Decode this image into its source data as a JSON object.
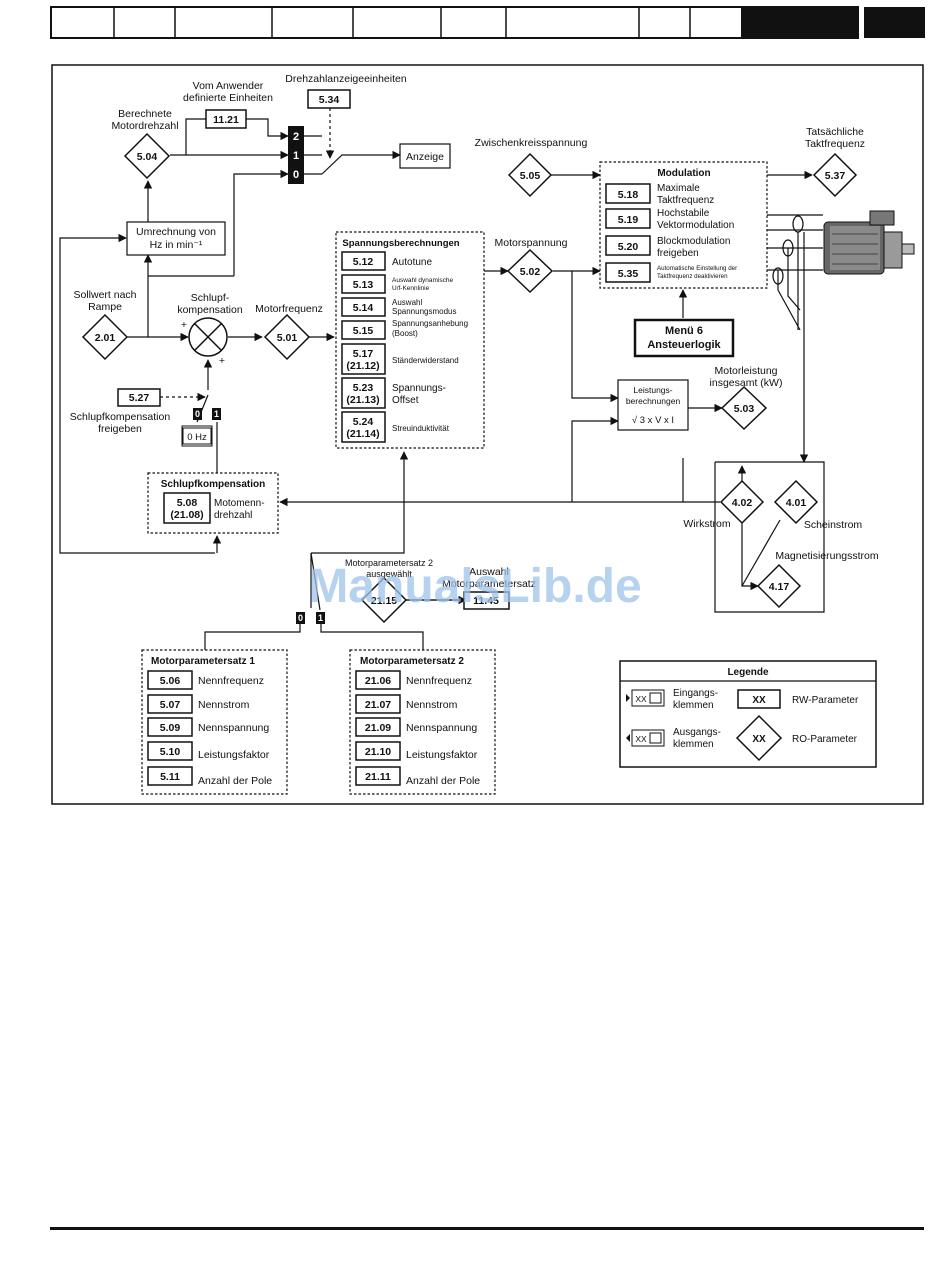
{
  "header": {
    "tabs": [
      "",
      "",
      "",
      "",
      "",
      "",
      "",
      "",
      "",
      "",
      ""
    ]
  },
  "labels": {
    "vom_anwender": [
      "Vom Anwender",
      "definierte Einheiten"
    ],
    "drehzahlanzeigeeinheiten": "Drehzahlanzeigeeinheiten",
    "berechnete": [
      "Berechnete",
      "Motordrehzahl"
    ],
    "zwischenkreis": "Zwischenkreisspannung",
    "tatsaechliche": [
      "Tatsächliche",
      "Taktfrequenz"
    ],
    "anzeige": "Anzeige",
    "umrechnung": [
      "Umrechnung von",
      "Hz in min⁻¹"
    ],
    "sollwert": [
      "Sollwert nach",
      "Rampe"
    ],
    "schlupfkomp": [
      "Schlupf-",
      "kompensation"
    ],
    "motorfrequenz": "Motorfrequenz",
    "motorspannung": "Motorspannung",
    "schlupf_freigeben": [
      "Schlupfkompensation",
      "freigeben"
    ],
    "zero_hz": "0 Hz",
    "leistungs": [
      "Leistungs-",
      "berechnungen"
    ],
    "formula": "√ 3 x V x I",
    "motorleistung": [
      "Motorleistung",
      "insgesamt (kW)"
    ],
    "wirkstrom": "Wirkstrom",
    "scheinstrom": "Scheinstrom",
    "magnet": "Magnetisierungsstrom",
    "mps2_ausgewaehlt": [
      "Motorparametersatz 2",
      "ausgewählt"
    ],
    "auswahl": [
      "Auswahl",
      "Motorparametersatz"
    ],
    "watermark": "ManualsLib.de",
    "plus1": "+",
    "plus2": "+",
    "sw2": "2",
    "sw1": "1",
    "sw0": "0",
    "s0a": "0",
    "s1a": "1",
    "s0b": "0",
    "s1b": "1"
  },
  "params": {
    "p1121": "11.21",
    "p534": "5.34",
    "p504": "5.04",
    "p505": "5.05",
    "p537": "5.37",
    "p201": "2.01",
    "p501": "5.01",
    "p502": "5.02",
    "p503": "5.03",
    "p527": "5.27",
    "p402": "4.02",
    "p401": "4.01",
    "p417": "4.17",
    "p2115": "21.15",
    "p1145": "11.45"
  },
  "menu6": [
    "Menü 6",
    "Ansteuerlogik"
  ],
  "spannungs": {
    "title": "Spannungsberechnungen",
    "items": [
      {
        "code": "5.12",
        "text": [
          "Autotune"
        ]
      },
      {
        "code": "5.13",
        "text": [
          "Auswahl dynamische",
          "U/f-Kennlinie"
        ]
      },
      {
        "code": "5.14",
        "text": [
          "Auswahl",
          "Spannungsmodus"
        ]
      },
      {
        "code": "5.15",
        "text": [
          "Spannungsanhebung",
          "(Boost)"
        ]
      },
      {
        "code": [
          "5.17",
          "(21.12)"
        ],
        "text": [
          "Ständerwiderstand"
        ]
      },
      {
        "code": [
          "5.23",
          "(21.13)"
        ],
        "text": [
          "Spannungs-",
          "Offset"
        ]
      },
      {
        "code": [
          "5.24",
          "(21.14)"
        ],
        "text": [
          "Streuinduktivität"
        ]
      }
    ]
  },
  "modulation": {
    "title": "Modulation",
    "items": [
      {
        "code": "5.18",
        "text": [
          "Maximale",
          "Taktfrequenz"
        ]
      },
      {
        "code": "5.19",
        "text": [
          "Hochstabile",
          "Vektormodulation"
        ]
      },
      {
        "code": "5.20",
        "text": [
          "Blockmodulation",
          "freigeben"
        ]
      },
      {
        "code": "5.35",
        "text": [
          "Automatische Einstellung der",
          "Taktfrequenz deaktivieren"
        ]
      }
    ]
  },
  "schlupfkomp_box": {
    "title": "Schlupfkompensation",
    "code": [
      "5.08",
      "(21.08)"
    ],
    "text": [
      "Motomenn-",
      "drehzahl"
    ]
  },
  "mps1": {
    "title": "Motorparametersatz 1",
    "items": [
      {
        "code": "5.06",
        "text": "Nennfrequenz"
      },
      {
        "code": "5.07",
        "text": "Nennstrom"
      },
      {
        "code": "5.09",
        "text": "Nennspannung"
      },
      {
        "code": "5.10",
        "text": "Leistungsfaktor"
      },
      {
        "code": "5.11",
        "text": "Anzahl der Pole"
      }
    ]
  },
  "mps2": {
    "title": "Motorparametersatz 2",
    "items": [
      {
        "code": "21.06",
        "text": "Nennfrequenz"
      },
      {
        "code": "21.07",
        "text": "Nennstrom"
      },
      {
        "code": "21.09",
        "text": "Nennspannung"
      },
      {
        "code": "21.10",
        "text": "Leistungsfaktor"
      },
      {
        "code": "21.11",
        "text": "Anzahl der Pole"
      }
    ]
  },
  "legend": {
    "title": "Legende",
    "xx": "XX",
    "eingang": [
      "Eingangs-",
      "klemmen"
    ],
    "ausgang": [
      "Ausgangs-",
      "klemmen"
    ],
    "rw": "RW-Parameter",
    "ro": "RO-Parameter"
  },
  "colors": {
    "line": "#111111",
    "watermark": "#9ec3ea"
  }
}
